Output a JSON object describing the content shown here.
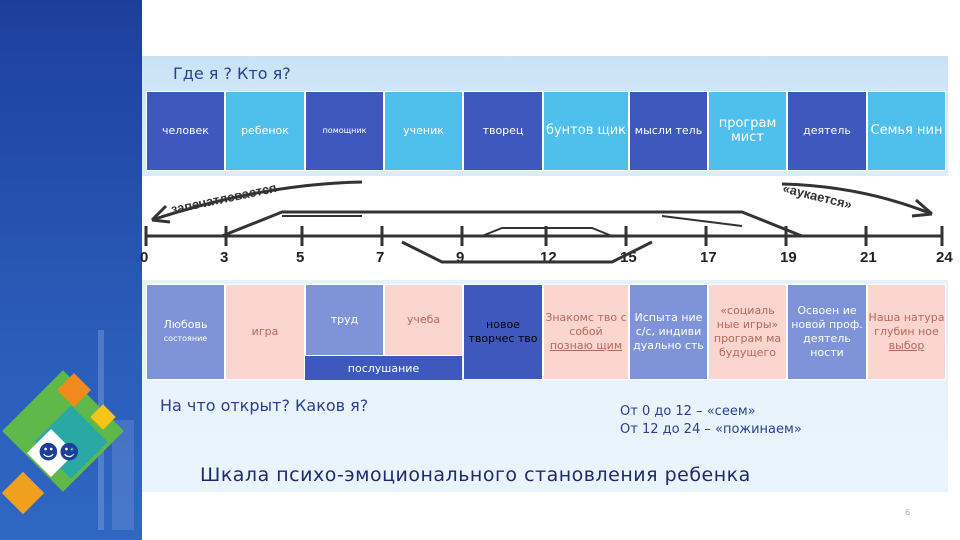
{
  "heading_top": "Где я ? Кто я?",
  "heading_bottom": "На что открыт? Каков я?",
  "roles": [
    {
      "label": "человек",
      "style": "dark"
    },
    {
      "label": "ребенок",
      "style": "light"
    },
    {
      "label": "помощник",
      "style": "dark"
    },
    {
      "label": "ученик",
      "style": "light"
    },
    {
      "label": "творец",
      "style": "dark"
    },
    {
      "label": "бунтов щик",
      "style": "light"
    },
    {
      "label": "мысли тель",
      "style": "dark"
    },
    {
      "label": "програм мист",
      "style": "light"
    },
    {
      "label": "деятель",
      "style": "dark"
    },
    {
      "label": "Семья нин",
      "style": "light"
    }
  ],
  "timeline": {
    "ticks": [
      "0",
      "3",
      "5",
      "7",
      "9",
      "12",
      "15",
      "17",
      "19",
      "21",
      "24"
    ],
    "left_arrow_label": "запечатлевается",
    "right_arrow_label": "«аукается»"
  },
  "traits": [
    {
      "line1": "Любовь",
      "line2": "состояние",
      "style": "lav"
    },
    {
      "line1": "игра",
      "line2": "",
      "style": "pink"
    },
    {
      "line1": "труд",
      "line2": "",
      "style": "lav"
    },
    {
      "line1": "учеба",
      "line2": "",
      "style": "pink"
    },
    {
      "line1": "новое творчес тво",
      "line2": "",
      "style": "dark"
    },
    {
      "line1": "Знакомс тво с собой",
      "line2": "познаю щим",
      "style": "pink"
    },
    {
      "line1": "Испыта ние с/с, индиви дуально сть",
      "line2": "",
      "style": "lav"
    },
    {
      "line1": "«социаль ные игры» програм ма будущего",
      "line2": "",
      "style": "pink"
    },
    {
      "line1": "Освоен ие новой проф. деятель ности",
      "line2": "",
      "style": "lav"
    },
    {
      "line1": "Наша натура глубин ное",
      "line2": "выбор",
      "style": "pink"
    }
  ],
  "sub_bar": "послушание",
  "notes": [
    "От 0 до 12 – «сеем»",
    "От 12 до 24 – «пожинаем»"
  ],
  "title": "Шкала психо-эмоционального становления ребенка",
  "page_number": "6",
  "colors": {
    "dark": "#3f58bd",
    "light": "#4fc0ec",
    "lavender": "#7f93d9",
    "pink": "#fbd5cf",
    "heading": "#2b3f8c"
  }
}
